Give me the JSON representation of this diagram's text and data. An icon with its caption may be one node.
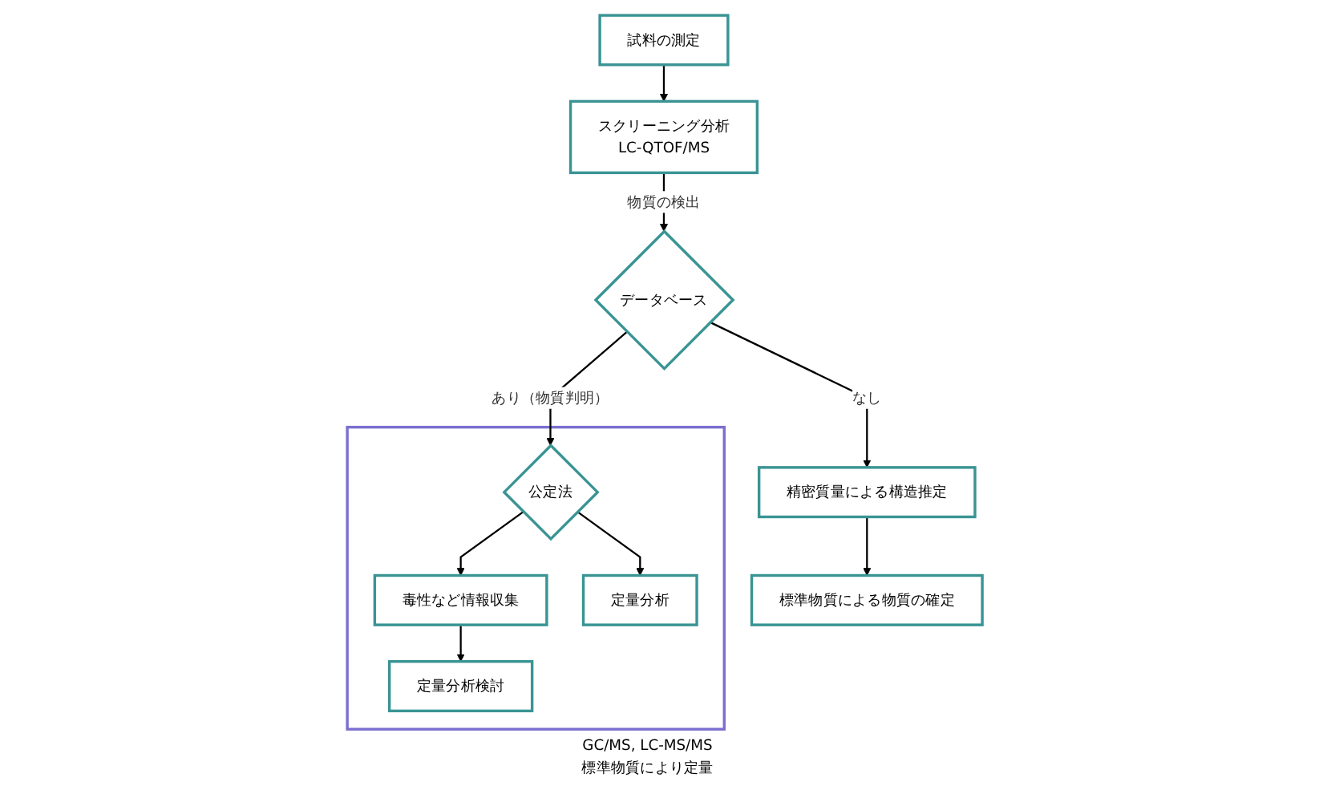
{
  "diagram": {
    "nodes": [
      {
        "text": [
          "試料の測定"
        ]
      },
      {
        "text": [
          "スクリーニング分析",
          "LC-QTOF/MS"
        ]
      },
      {
        "text": [
          "データベース"
        ]
      },
      {
        "text": [
          "GC/MS, LC-MS/MS",
          "標準物質により定量"
        ]
      },
      {
        "text": [
          "公定法"
        ],
        "in": 3
      },
      {
        "text": [
          "毒性など情報収集"
        ],
        "in": 3
      },
      {
        "text": [
          "定量分析"
        ],
        "in": 3
      },
      {
        "text": [
          "定量分析検討"
        ],
        "in": 3
      },
      {
        "text": [
          "精密質量による構造推定"
        ]
      },
      {
        "text": [
          "標準物質による物質の確定"
        ]
      }
    ],
    "edges": [
      {
        "from": 0,
        "to": 1,
        "arrow": "to"
      },
      {
        "from": 1,
        "to": 2,
        "arrow": "to",
        "label": "物質の検出"
      },
      {
        "from": 2,
        "to": 4,
        "arrow": "to",
        "label": "あり（物質判明）"
      },
      {
        "from": 2,
        "to": 8,
        "arrow": "to",
        "label": "なし"
      },
      {
        "from": 4,
        "to": 5,
        "arrow": "to"
      },
      {
        "from": 4,
        "to": 6,
        "arrow": "to"
      },
      {
        "from": 5,
        "to": 7,
        "arrow": "to"
      },
      {
        "from": 8,
        "to": 9,
        "arrow": "to"
      }
    ]
  }
}
